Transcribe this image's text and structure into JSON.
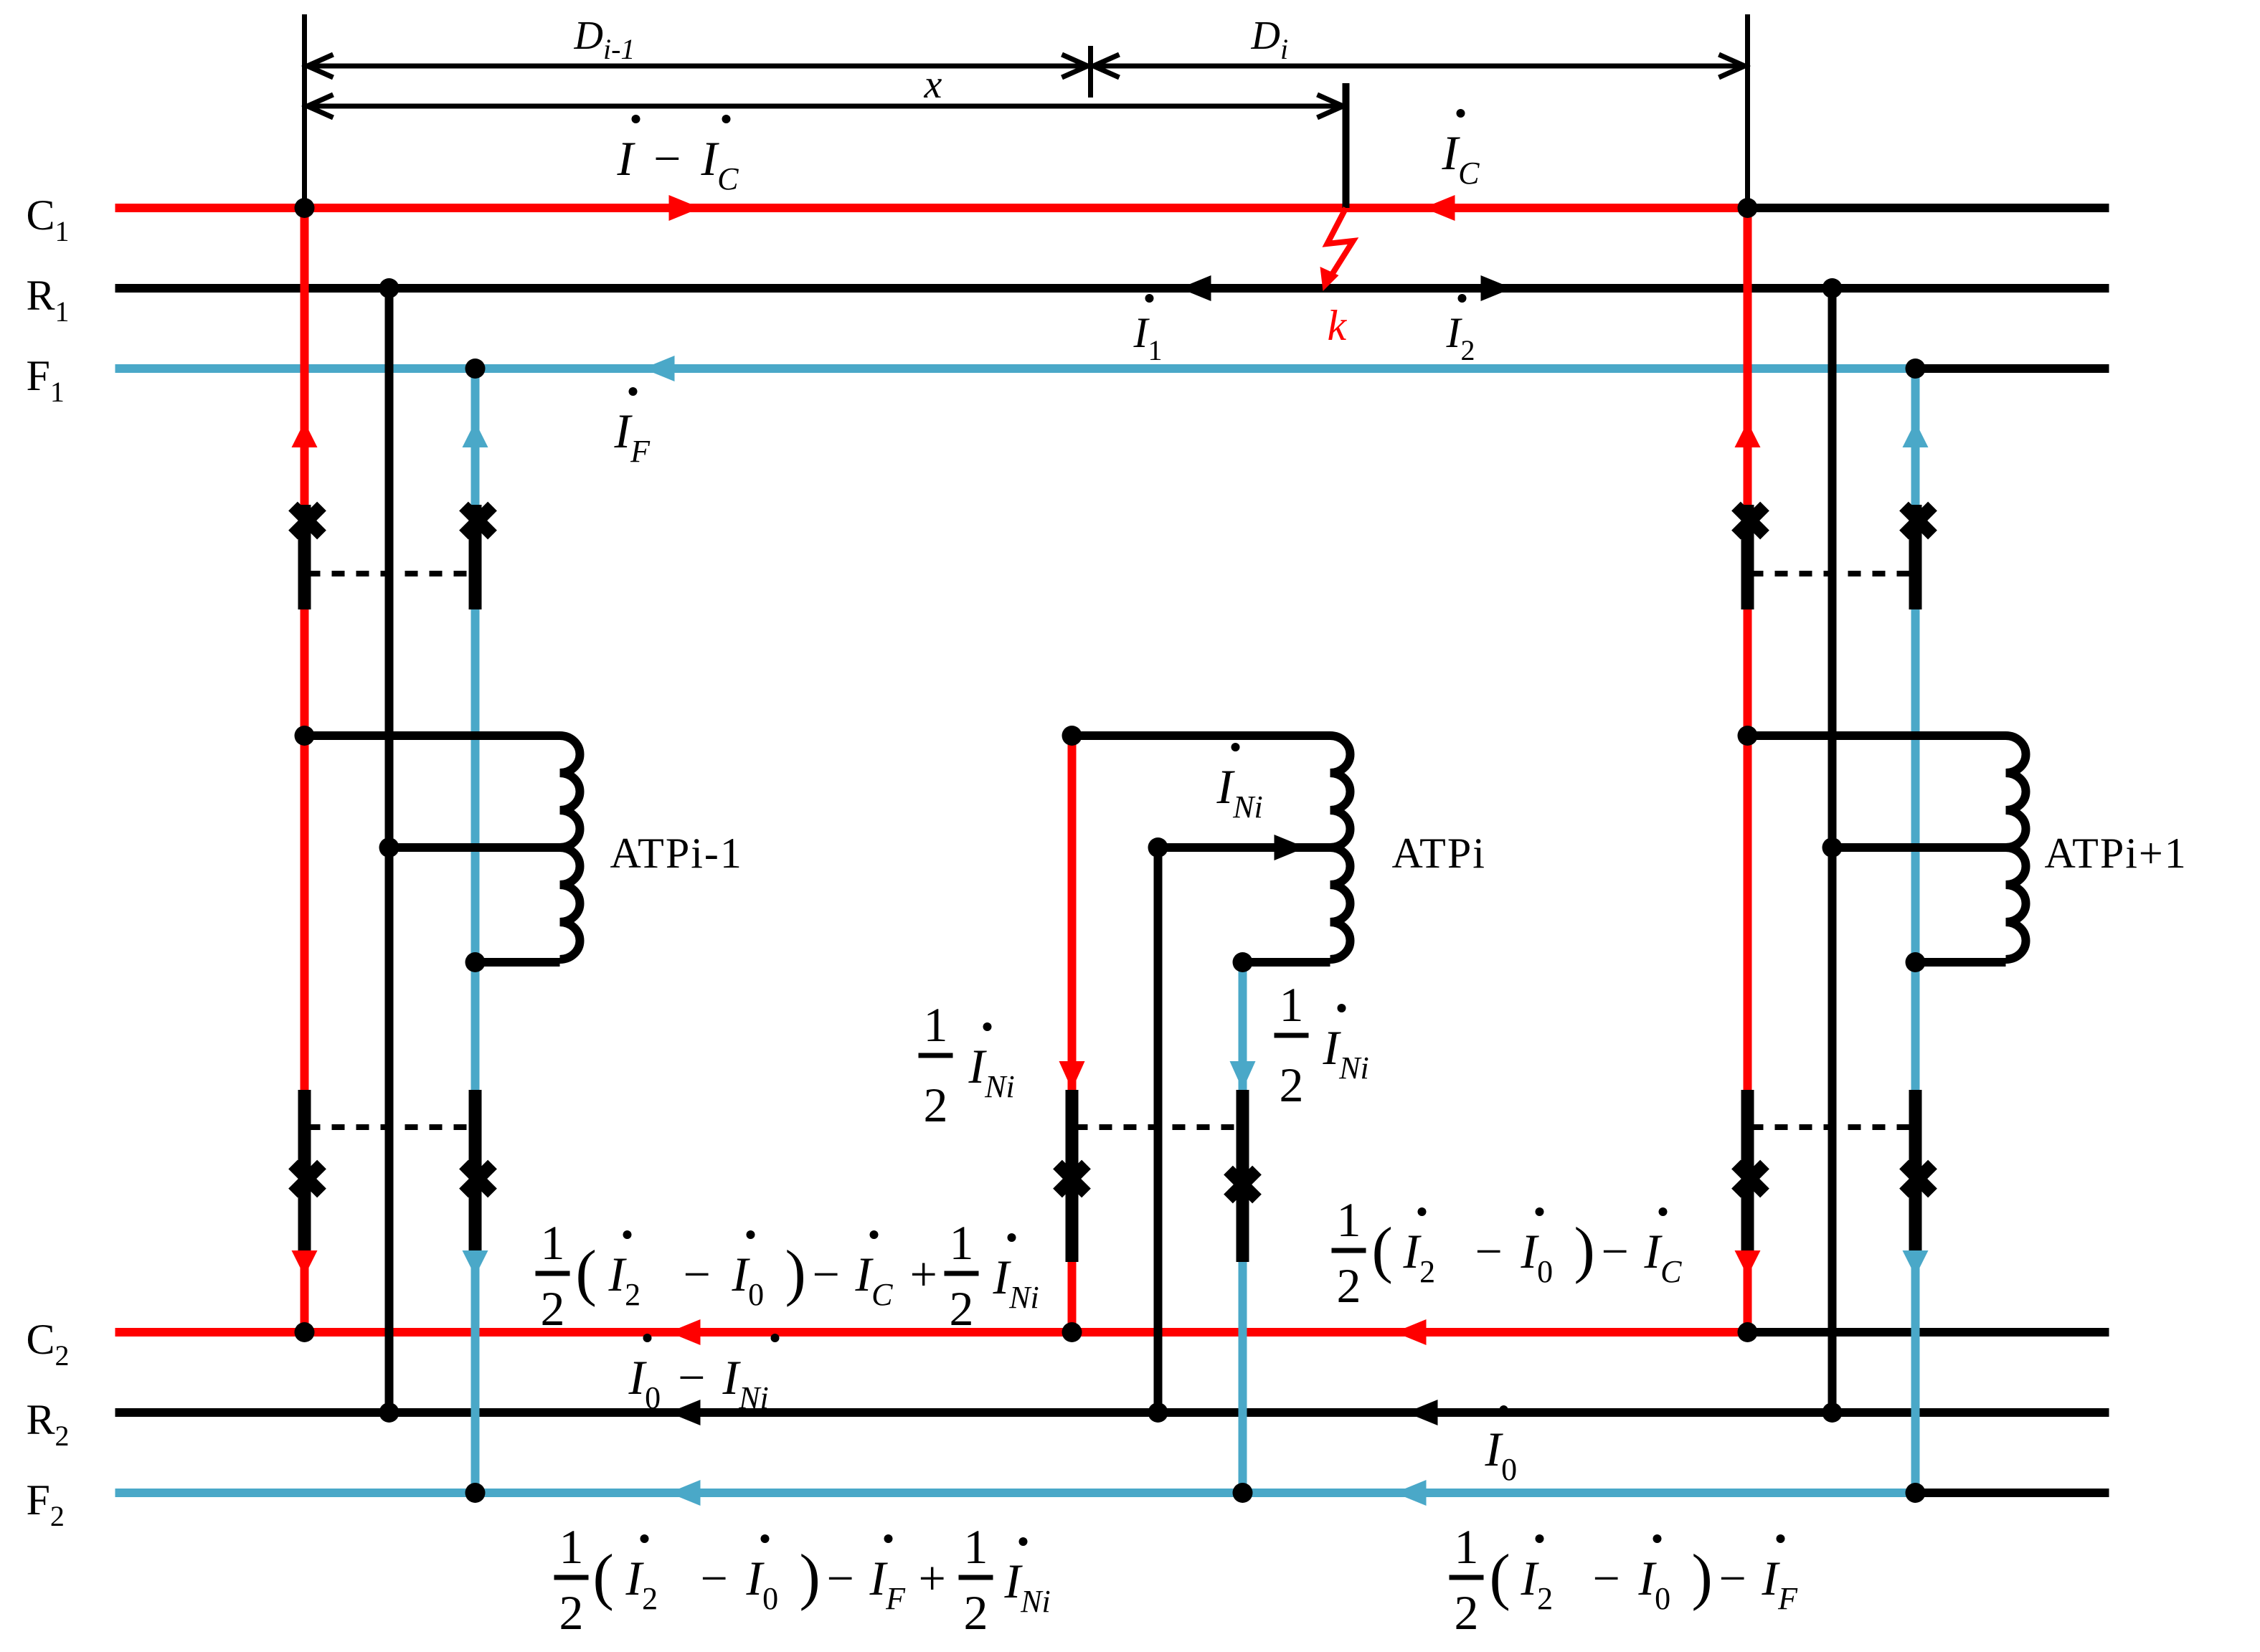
{
  "colors": {
    "c_line": "#ff0000",
    "r_line": "#000000",
    "f_line": "#4aa8c8",
    "annotation": "#000000",
    "fault": "#ff0000"
  },
  "lines": {
    "c1": {
      "letter": "C",
      "sub": "1"
    },
    "r1": {
      "letter": "R",
      "sub": "1"
    },
    "f1": {
      "letter": "F",
      "sub": "1"
    },
    "c2": {
      "letter": "C",
      "sub": "2"
    },
    "r2": {
      "letter": "R",
      "sub": "2"
    },
    "f2": {
      "letter": "F",
      "sub": "2"
    }
  },
  "dimensions": {
    "d_prev": {
      "base": "D",
      "sub": "i-1"
    },
    "d_cur": {
      "base": "D",
      "sub": "i"
    },
    "x": "x"
  },
  "fault": {
    "label": "k"
  },
  "transformers": {
    "atp_prev": "ATPi-1",
    "atp_cur": "ATPi",
    "atp_next": "ATPi+1"
  },
  "currents": {
    "i_minus_ic": {
      "a": "I",
      "minus": "−",
      "b": "I",
      "b_sub": "C"
    },
    "ic": {
      "base": "I",
      "sub": "C"
    },
    "i1": {
      "base": "I",
      "sub": "1"
    },
    "i2": {
      "base": "I",
      "sub": "2"
    },
    "if": {
      "base": "I",
      "sub": "F"
    },
    "ini": {
      "base": "I",
      "sub": "Ni"
    },
    "i0": {
      "base": "I",
      "sub": "0"
    },
    "i0_minus_ini": {
      "a": "I",
      "a_sub": "0",
      "minus": "−",
      "b": "I",
      "b_sub": "Ni"
    }
  },
  "formulas": {
    "half": {
      "num": "1",
      "den": "2"
    },
    "ops": {
      "minus": "−",
      "plus": "+",
      "lparen": "(",
      "rparen": ")"
    },
    "subs": {
      "two": "2",
      "zero": "0",
      "c": "C",
      "f": "F",
      "ni": "Ni"
    },
    "base": "I"
  }
}
